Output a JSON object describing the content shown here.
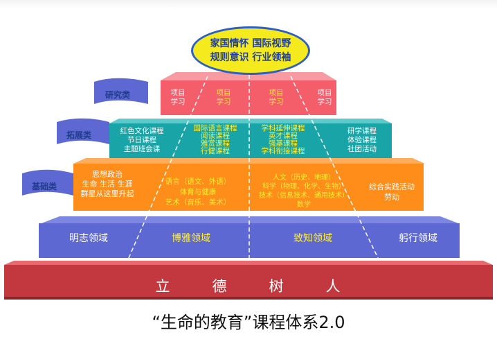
{
  "top": {
    "line1": "家国情怀  国际视野",
    "line2": "规则意识  行业领袖"
  },
  "banners": {
    "research": "研究类",
    "expansion": "拓展类",
    "basic": "基础类"
  },
  "research": {
    "c1": [
      "项目",
      "学习"
    ],
    "c2": [
      "项目",
      "学习"
    ],
    "c3": [
      "项目",
      "学习"
    ],
    "c4": [
      "项目",
      "学习"
    ]
  },
  "expansion": {
    "c1": [
      "红色文化课程",
      "节日课程",
      "主题班会课"
    ],
    "c2": [
      "国际语言课程",
      "阅读课程",
      "雅赏课程",
      "行健课程"
    ],
    "c3": [
      "学科延伸课程",
      "英才课程",
      "强基课程",
      "学科衔接课程"
    ],
    "c4": [
      "研学课程",
      "体验课程",
      "社团活动"
    ]
  },
  "basic": {
    "c1": [
      "思想政治",
      "生命 生活 生涯",
      "群星从这里升起"
    ],
    "c2": [
      "语言（语文、外语）",
      "体育与健康",
      "艺术（音乐、美术）"
    ],
    "c3": [
      "人文（历史、地理）",
      "科学（物理、化学、生物）",
      "技术（信息技术、通用技术）",
      "数学"
    ],
    "c4": [
      "综合实践活动",
      "劳动"
    ]
  },
  "domains": [
    "明志领域",
    "博雅领域",
    "致知领域",
    "躬行领域"
  ],
  "foundation": [
    "立",
    "德",
    "树",
    "人"
  ],
  "caption": "“生命的教育”课程体系2.0",
  "colors": {
    "red": "#f45d6a",
    "teal": "#19a4a7",
    "orange": "#ff8d1a",
    "blue": "#5d68d2",
    "base": "#c3383e",
    "yellow": "#ffef33"
  }
}
